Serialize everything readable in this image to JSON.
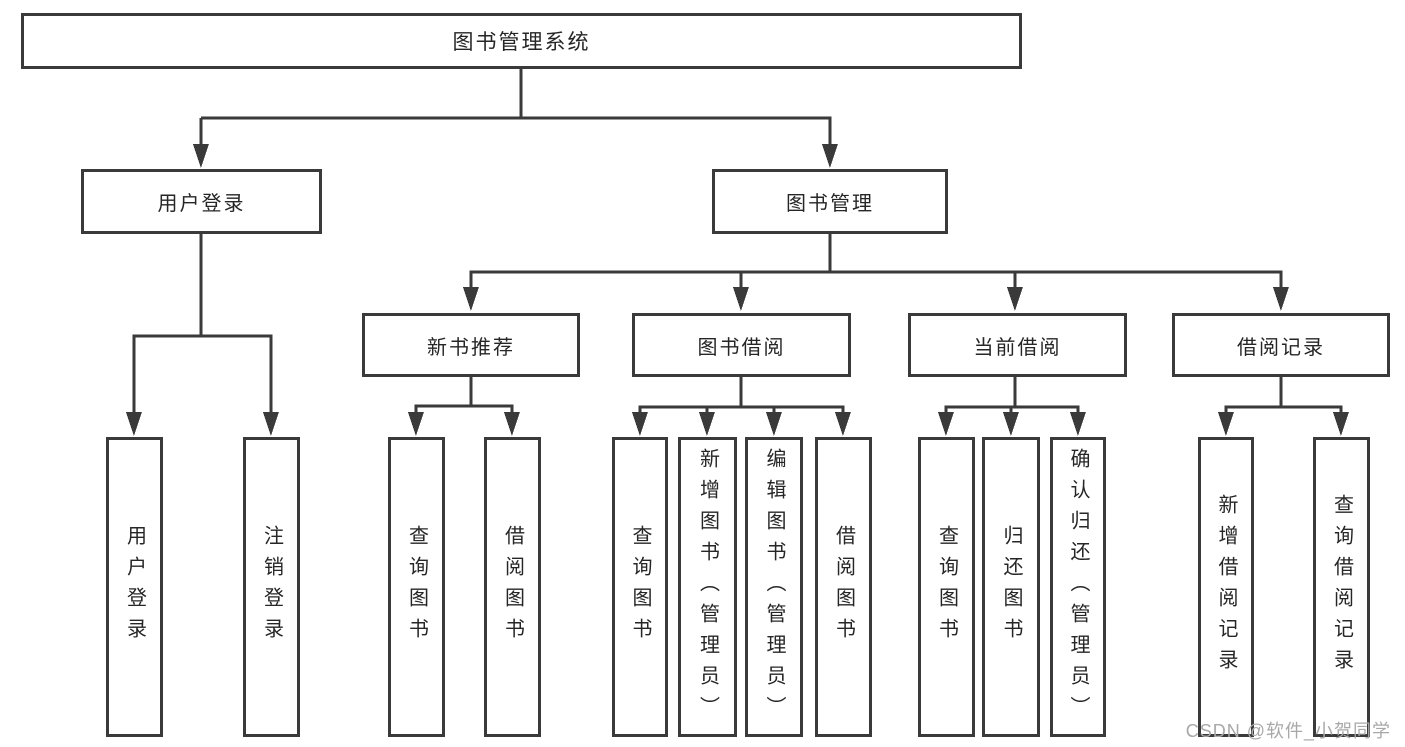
{
  "diagram": {
    "root": {
      "label": "图书管理系统"
    },
    "branches": [
      {
        "label": "用户登录",
        "children": [
          {
            "label": "用户登录"
          },
          {
            "label": "注销登录"
          }
        ]
      },
      {
        "label": "图书管理",
        "children": [
          {
            "label": "新书推荐",
            "children": [
              {
                "label": "查询图书"
              },
              {
                "label": "借阅图书"
              }
            ]
          },
          {
            "label": "图书借阅",
            "children": [
              {
                "label": "查询图书"
              },
              {
                "label": "新增图书（管理员）"
              },
              {
                "label": "编辑图书（管理员）"
              },
              {
                "label": "借阅图书"
              }
            ]
          },
          {
            "label": "当前借阅",
            "children": [
              {
                "label": "查询图书"
              },
              {
                "label": "归还图书"
              },
              {
                "label": "确认归还（管理员）"
              }
            ]
          },
          {
            "label": "借阅记录",
            "children": [
              {
                "label": "新增借阅记录"
              },
              {
                "label": "查询借阅记录"
              }
            ]
          }
        ]
      }
    ]
  },
  "watermark": {
    "text": "CSDN @软件_小贺同学"
  },
  "colors": {
    "line": "#3a3a3a",
    "text": "#262626",
    "background": "#ffffff",
    "watermark": "#a8a8a8"
  }
}
